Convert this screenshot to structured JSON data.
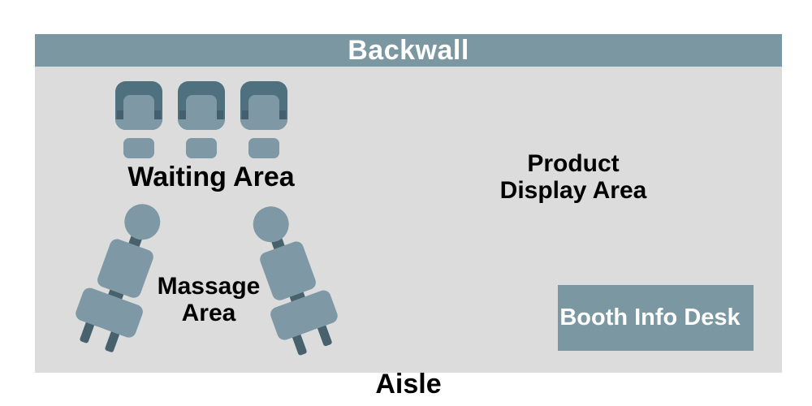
{
  "booth": {
    "backwall_label": "Backwall",
    "waiting_area_label": "Waiting Area",
    "massage_area_line1": "Massage",
    "massage_area_line2": "Area",
    "product_display_line1": "Product",
    "product_display_line2": "Display Area",
    "info_desk_label": "Booth Info Desk",
    "aisle_label": "Aisle",
    "waiting_chairs_count": 3,
    "massage_chairs_count": 2
  },
  "icons": {
    "waiting_chair": "chair-top-view-icon",
    "waiting_footrest": "footrest-icon",
    "massage_chair": "massage-chair-icon"
  },
  "colors": {
    "page_bg": "#ffffff",
    "floor_bg": "#dcdcdd",
    "backwall_bg": "#7b97a2",
    "desk_bg": "#7b97a2",
    "slate_light": "#7e99a5",
    "slate_dark": "#4e707f",
    "slate_darker": "#44606e",
    "massage_dark": "#47626d",
    "label_color": "#000000",
    "inverse_text": "#ffffff"
  }
}
